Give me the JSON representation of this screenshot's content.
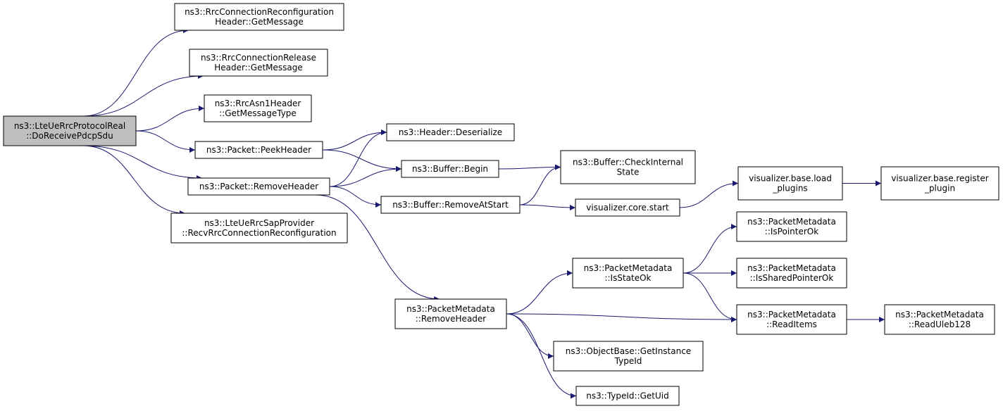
{
  "graph": {
    "nodes": [
      {
        "id": "root",
        "lines": [
          "ns3::LteUeRrcProtocolReal",
          "::DoReceivePdcpSdu"
        ],
        "root": true
      },
      {
        "id": "rrcReconfGet",
        "lines": [
          "ns3::RrcConnectionReconfiguration",
          "Header::GetMessage"
        ]
      },
      {
        "id": "rrcRelGet",
        "lines": [
          "ns3::RrcConnectionRelease",
          "Header::GetMessage"
        ]
      },
      {
        "id": "asn1Type",
        "lines": [
          "ns3::RrcAsn1Header",
          "::GetMessageType"
        ]
      },
      {
        "id": "peekHeader",
        "lines": [
          "ns3::Packet::PeekHeader"
        ]
      },
      {
        "id": "removeHeader",
        "lines": [
          "ns3::Packet::RemoveHeader"
        ]
      },
      {
        "id": "sapProvider",
        "lines": [
          "ns3::LteUeRrcSapProvider",
          "::RecvRrcConnectionReconfiguration"
        ]
      },
      {
        "id": "hdrDeser",
        "lines": [
          "ns3::Header::Deserialize"
        ]
      },
      {
        "id": "bufBegin",
        "lines": [
          "ns3::Buffer::Begin"
        ]
      },
      {
        "id": "bufRemove",
        "lines": [
          "ns3::Buffer::RemoveAtStart"
        ]
      },
      {
        "id": "bufCheck",
        "lines": [
          "ns3::Buffer::CheckInternal",
          "State"
        ]
      },
      {
        "id": "vizStart",
        "lines": [
          "visualizer.core.start"
        ]
      },
      {
        "id": "vizLoad",
        "lines": [
          "visualizer.base.load",
          "_plugins"
        ]
      },
      {
        "id": "vizReg",
        "lines": [
          "visualizer.base.register",
          "_plugin"
        ]
      },
      {
        "id": "pmRemove",
        "lines": [
          "ns3::PacketMetadata",
          "::RemoveHeader"
        ]
      },
      {
        "id": "pmState",
        "lines": [
          "ns3::PacketMetadata",
          "::IsStateOk"
        ]
      },
      {
        "id": "pmPtr",
        "lines": [
          "ns3::PacketMetadata",
          "::IsPointerOk"
        ]
      },
      {
        "id": "pmShared",
        "lines": [
          "ns3::PacketMetadata",
          "::IsSharedPointerOk"
        ]
      },
      {
        "id": "pmRead",
        "lines": [
          "ns3::PacketMetadata",
          "::ReadItems"
        ]
      },
      {
        "id": "pmUleb",
        "lines": [
          "ns3::PacketMetadata",
          "::ReadUleb128"
        ]
      },
      {
        "id": "objTid",
        "lines": [
          "ns3::ObjectBase::GetInstance",
          "TypeId"
        ]
      },
      {
        "id": "tidUid",
        "lines": [
          "ns3::TypeId::GetUid"
        ]
      }
    ],
    "edges": [
      [
        "root",
        "rrcReconfGet"
      ],
      [
        "root",
        "rrcRelGet"
      ],
      [
        "root",
        "asn1Type"
      ],
      [
        "root",
        "peekHeader"
      ],
      [
        "root",
        "removeHeader"
      ],
      [
        "root",
        "sapProvider"
      ],
      [
        "peekHeader",
        "hdrDeser"
      ],
      [
        "peekHeader",
        "bufBegin"
      ],
      [
        "removeHeader",
        "hdrDeser"
      ],
      [
        "removeHeader",
        "bufBegin"
      ],
      [
        "removeHeader",
        "bufRemove"
      ],
      [
        "removeHeader",
        "pmRemove"
      ],
      [
        "bufBegin",
        "bufCheck"
      ],
      [
        "bufRemove",
        "bufCheck"
      ],
      [
        "bufRemove",
        "vizStart"
      ],
      [
        "vizStart",
        "vizLoad"
      ],
      [
        "vizLoad",
        "vizReg"
      ],
      [
        "pmRemove",
        "pmState"
      ],
      [
        "pmRemove",
        "pmRead"
      ],
      [
        "pmRemove",
        "objTid"
      ],
      [
        "pmRemove",
        "tidUid"
      ],
      [
        "pmState",
        "pmPtr"
      ],
      [
        "pmState",
        "pmShared"
      ],
      [
        "pmState",
        "pmRead"
      ],
      [
        "pmRead",
        "pmUleb"
      ]
    ]
  }
}
